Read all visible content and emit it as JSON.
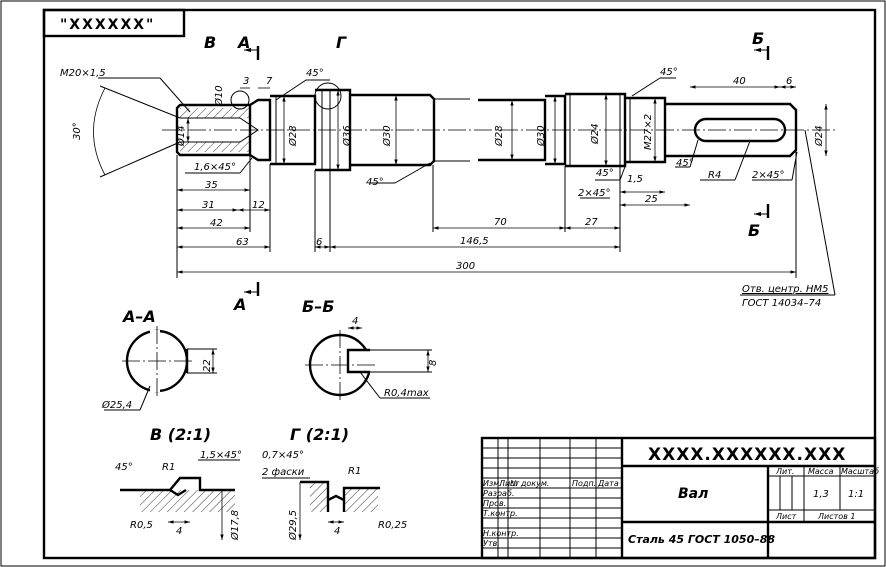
{
  "corner_stamp": "\"XXXXXX\"",
  "designation": "XXXX.XXXXXX.XXX",
  "part_name": "Вал",
  "material": "Сталь 45 ГОСТ 1050–88",
  "title_block": {
    "lit_header": "Лит.",
    "mass_header": "Масса",
    "scale_header": "Масштаб",
    "mass": "1,3",
    "scale": "1:1",
    "sheet_label": "Лист",
    "sheets_label": "Листов 1",
    "col_headers": [
      "Изм.",
      "Лист",
      "№ докум.",
      "Подп.",
      "Дата"
    ],
    "rows": [
      "Разраб.",
      "Пров.",
      "Т.контр.",
      "",
      "Н.контр.",
      "Утв."
    ]
  },
  "section_marks": {
    "A_top": "А",
    "A_bottom": "А",
    "B_top": "Б",
    "B_bottom": "Б",
    "V": "В",
    "G": "Г"
  },
  "views": {
    "section_AA": "А–А",
    "section_BB": "Б–Б",
    "detail_V": "В (2:1)",
    "detail_G": "Г (2:1)"
  },
  "dimensions": {
    "thread": "M20×1,5",
    "angle30": "30°",
    "d14": "Ø14",
    "d10": "Ø10",
    "d28a": "Ø28",
    "d36": "Ø36",
    "d30a": "Ø30",
    "d28b": "Ø28",
    "d30b": "Ø30",
    "d24a": "Ø24",
    "thread2": "M27×2",
    "d24b": "Ø24",
    "ch45_a": "45°",
    "ch45_b": "45°",
    "ch45_c": "45°",
    "ch45_d": "45°",
    "ch45_e": "45°",
    "ch16": "1,6×45°",
    "ch2a": "2×45°",
    "ch2b": "2×45°",
    "r4": "R4",
    "l3": "3",
    "l7": "7",
    "l40": "40",
    "l6a": "6",
    "l35": "35",
    "l31": "31",
    "l12": "12",
    "l42": "42",
    "l63": "63",
    "l6b": "6",
    "l70": "70",
    "l27": "27",
    "l1465": "146,5",
    "l300": "300",
    "l15": "1,5",
    "l25": "25",
    "center_hole": "Отв. центр. НМ5",
    "center_gost": "ГОСТ 14034–74",
    "aa_22": "22",
    "aa_d254": "Ø25,4",
    "bb_4": "4",
    "bb_8": "8",
    "bb_r04": "R0,4max",
    "v_15x45": "1,5×45°",
    "v_45": "45°",
    "v_r1": "R1",
    "v_r05": "R0,5",
    "v_4": "4",
    "v_d178": "Ø17,8",
    "g_07x45": "0,7×45°",
    "g_2chamf": "2 фаски",
    "g_r1": "R1",
    "g_d295": "Ø29,5",
    "g_4": "4",
    "g_r025": "R0,25"
  }
}
